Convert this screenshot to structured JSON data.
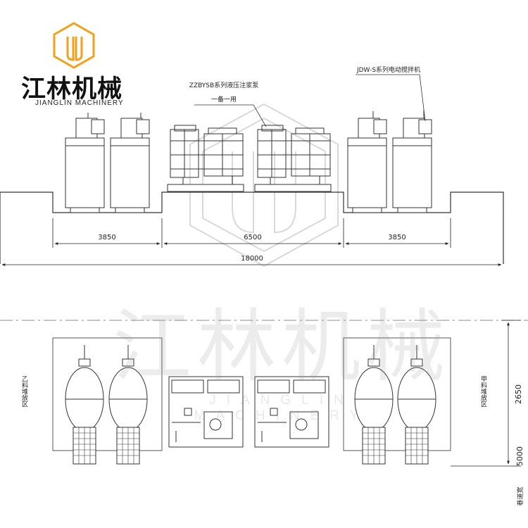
{
  "logo": {
    "title": "江林机械",
    "subtitle": "JIANGLIN MACHINERY",
    "accent_color": "#f0a21c",
    "icon": "jl-hexagon-logo-icon"
  },
  "watermark": {
    "title": "江林机械",
    "subtitle": "JIANGLIN MACHINERY"
  },
  "elevation": {
    "pump_label": "ZZBYSB系列液压注浆泵",
    "pump_sublabel": "一备一用",
    "mixer_label": "JDW-S系列电动搅拌机",
    "dimensions": {
      "left": "3850",
      "middle": "6500",
      "right": "3850",
      "total": "18000"
    }
  },
  "plan": {
    "zone_b_label": "乙料堆放区",
    "zone_a_label": "甲料堆放区",
    "dim_zone": "2650",
    "dim_road": "5000",
    "road_label": "巷道宽"
  }
}
